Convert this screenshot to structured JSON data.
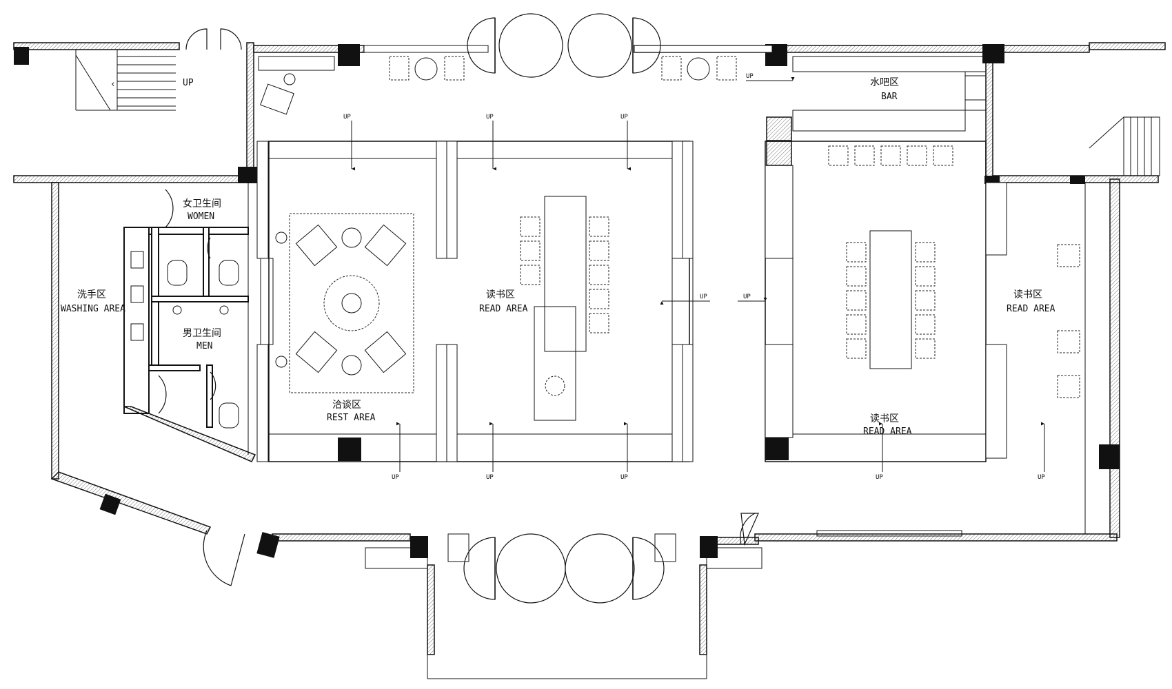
{
  "labels": {
    "up": "UP",
    "women_cn": "女卫生间",
    "women_en": "WOMEN",
    "men_cn": "男卫生间",
    "men_en": "MEN",
    "washing_cn": "洗手区",
    "washing_en": "WASHING AREA",
    "rest_cn": "洽谈区",
    "rest_en": "REST AREA",
    "read_cn": "读书区",
    "read_en": "READ AREA",
    "bar_cn": "水吧区",
    "bar_en": "BAR"
  }
}
